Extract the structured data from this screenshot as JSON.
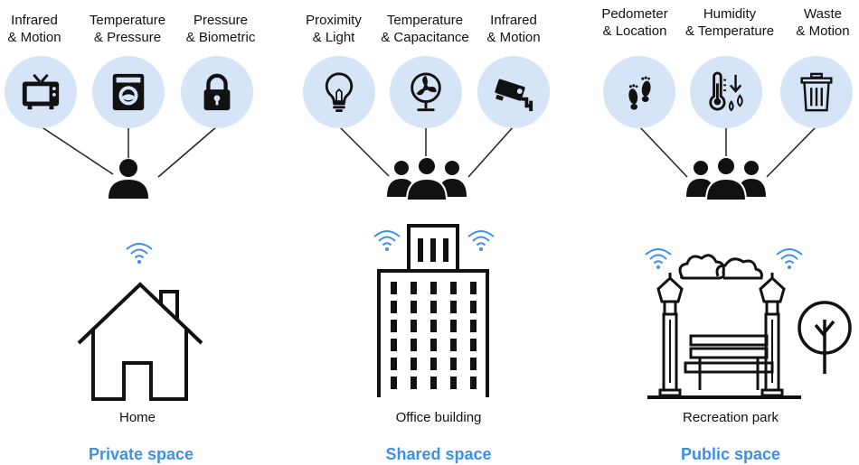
{
  "panels": [
    {
      "sensors": [
        {
          "line1": "Infrared",
          "line2": "& Motion",
          "icon": "tv-icon"
        },
        {
          "line1": "Temperature",
          "line2": "& Pressure",
          "icon": "washing-machine-icon"
        },
        {
          "line1": "Pressure",
          "line2": "& Biometric",
          "icon": "padlock-icon"
        }
      ],
      "user_icon": "single-person-icon",
      "place_icon": "house-icon",
      "place_label": "Home",
      "space_label": "Private space"
    },
    {
      "sensors": [
        {
          "line1": "Proximity",
          "line2": "& Light",
          "icon": "light-bulb-icon"
        },
        {
          "line1": "Temperature",
          "line2": "& Capacitance",
          "icon": "fan-icon"
        },
        {
          "line1": "Infrared",
          "line2": "& Motion",
          "icon": "security-camera-icon"
        }
      ],
      "user_icon": "group-of-people-icon",
      "place_icon": "office-building-icon",
      "place_label": "Office building",
      "space_label": "Shared space"
    },
    {
      "sensors": [
        {
          "line1": "Pedometer",
          "line2": "& Location",
          "icon": "footprints-icon"
        },
        {
          "line1": "Humidity",
          "line2": "& Temperature",
          "icon": "thermometer-droplets-icon"
        },
        {
          "line1": "Waste",
          "line2": "& Motion",
          "icon": "trash-bin-icon"
        }
      ],
      "user_icon": "group-of-people-icon",
      "place_icon": "park-bench-icon",
      "place_label": "Recreation park",
      "space_label": "Public space"
    }
  ],
  "colors": {
    "circle_fill": "#d6e4f7",
    "accent": "#3d8fe8",
    "wifi": "#3d8fe8",
    "ink": "#111111"
  }
}
